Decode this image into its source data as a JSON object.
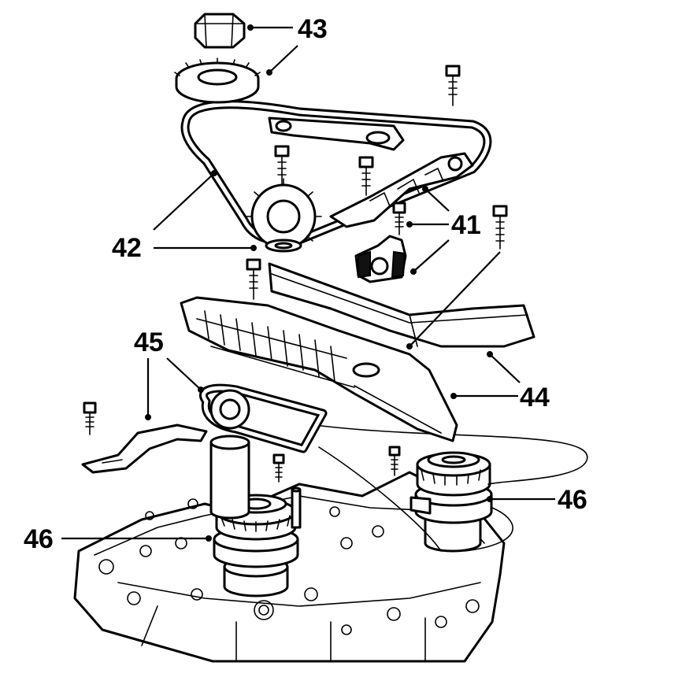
{
  "callouts": {
    "c41": "41",
    "c42": "42",
    "c43": "43",
    "c44": "44",
    "c45": "45",
    "c46a": "46",
    "c46b": "46"
  }
}
